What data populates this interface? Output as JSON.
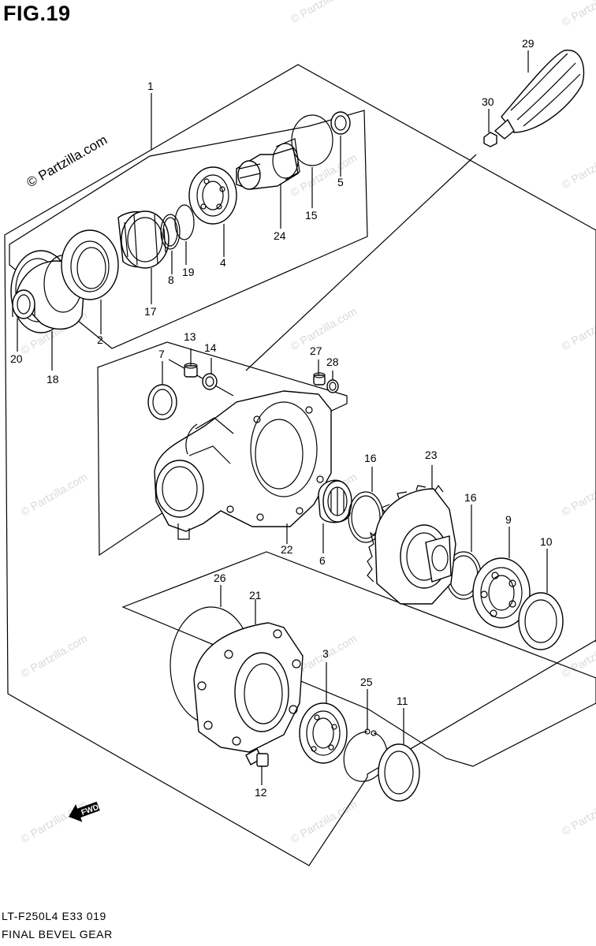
{
  "figure": {
    "title": "FIG.19",
    "model_code": "LT-F250L4  E33  019",
    "group_title": "FINAL BEVEL GEAR"
  },
  "watermark": {
    "main_text": "© Partzilla.com",
    "repeat_text": "© Partzilla.com"
  },
  "badge": {
    "label": "FWD"
  },
  "callouts": {
    "c1": "1",
    "c2": "2",
    "c3": "3",
    "c4": "4",
    "c5": "5",
    "c6": "6",
    "c7": "7",
    "c8": "8",
    "c9": "9",
    "c10": "10",
    "c11": "11",
    "c12": "12",
    "c13": "13",
    "c14": "14",
    "c15": "15",
    "c16a": "16",
    "c16b": "16",
    "c17": "17",
    "c18": "18",
    "c19": "19",
    "c20": "20",
    "c21": "21",
    "c22": "22",
    "c23": "23",
    "c24": "24",
    "c25": "25",
    "c26": "26",
    "c27": "27",
    "c28": "28",
    "c29": "29",
    "c30": "30"
  }
}
